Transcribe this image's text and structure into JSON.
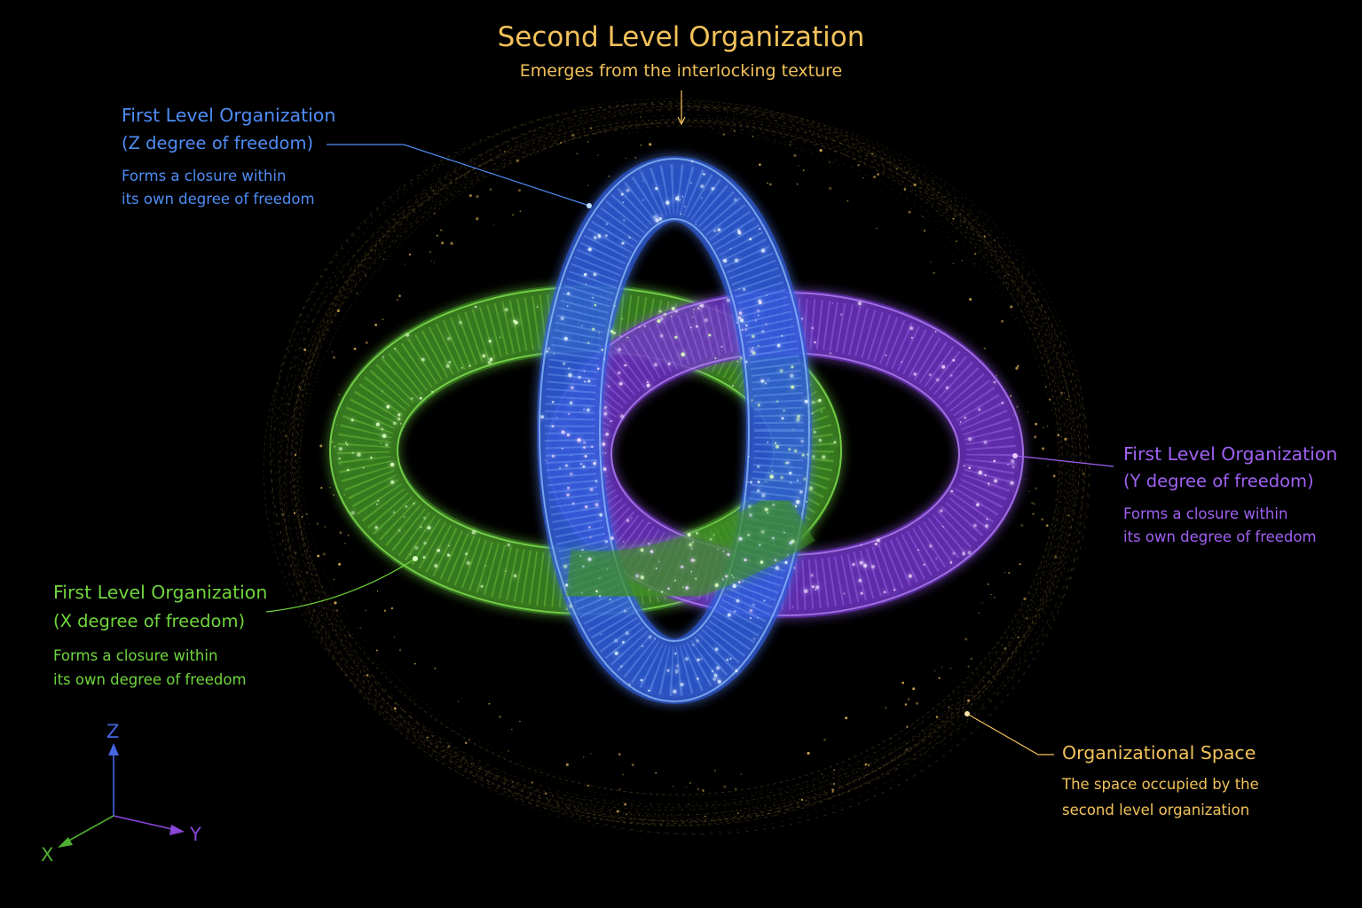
{
  "header": {
    "title": "Second Level Organization",
    "subtitle": "Emerges from the interlocking texture"
  },
  "labels": {
    "z": {
      "title": "First Level Organization",
      "subtitle": "(Z degree of freedom)",
      "desc_line1": "Forms a closure within",
      "desc_line2": "its own degree of freedom"
    },
    "y": {
      "title": "First Level Organization",
      "subtitle": "(Y degree of freedom)",
      "desc_line1": "Forms a closure within",
      "desc_line2": "its own degree of freedom"
    },
    "x": {
      "title": "First Level Organization",
      "subtitle": "(X degree of freedom)",
      "desc_line1": "Forms a closure within",
      "desc_line2": "its own degree of freedom"
    },
    "space": {
      "title": "Organizational Space",
      "desc_line1": "The space occupied by the",
      "desc_line2": "second level organization"
    }
  },
  "axes": {
    "z": "Z",
    "y": "Y",
    "x": "X"
  },
  "colors": {
    "gold": "#f2c25a",
    "blue": "#4f8df5",
    "purple": "#a061f2",
    "green": "#6fd63c",
    "background": "#000000"
  }
}
